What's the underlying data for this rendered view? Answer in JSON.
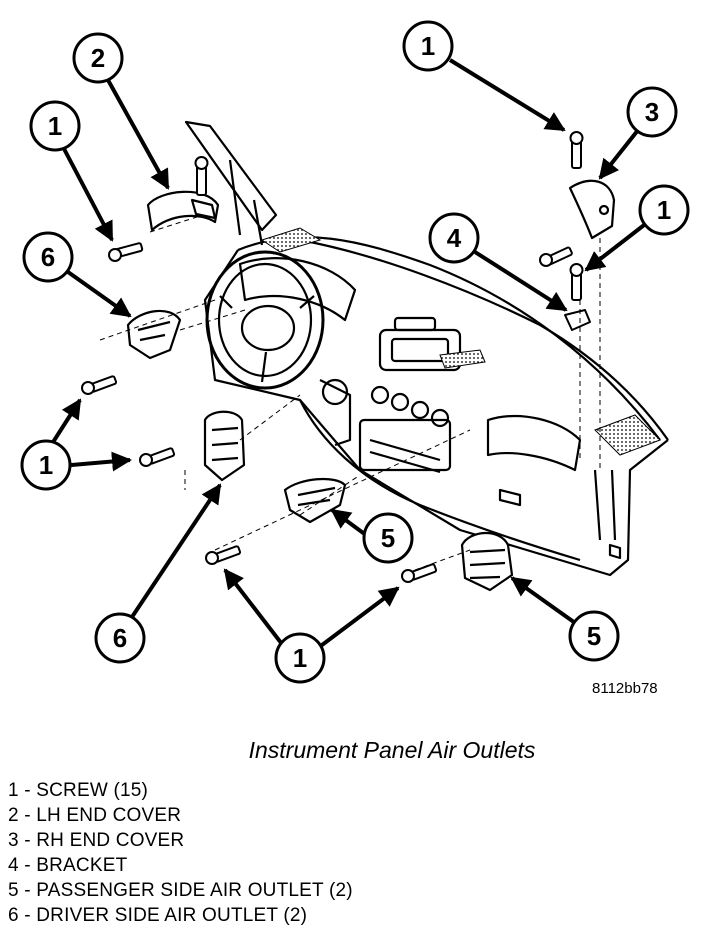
{
  "figure_code": "8112bb78",
  "caption": "Instrument Panel Air Outlets",
  "legend": [
    "1 - SCREW (15)",
    "2 - LH END COVER",
    "3 - RH END COVER",
    "4 - BRACKET",
    "5 - PASSENGER SIDE AIR OUTLET (2)",
    "6 - DRIVER SIDE AIR OUTLET (2)"
  ],
  "callouts": [
    {
      "id": "c1a",
      "label": "1"
    },
    {
      "id": "c2",
      "label": "2"
    },
    {
      "id": "c1b",
      "label": "1"
    },
    {
      "id": "c6a",
      "label": "6"
    },
    {
      "id": "c1c",
      "label": "1"
    },
    {
      "id": "c1d",
      "label": "1"
    },
    {
      "id": "c3",
      "label": "3"
    },
    {
      "id": "c1e",
      "label": "1"
    },
    {
      "id": "c4",
      "label": "4"
    },
    {
      "id": "c5a",
      "label": "5"
    },
    {
      "id": "c6b",
      "label": "6"
    },
    {
      "id": "c1f",
      "label": "1"
    },
    {
      "id": "c5b",
      "label": "5"
    }
  ]
}
